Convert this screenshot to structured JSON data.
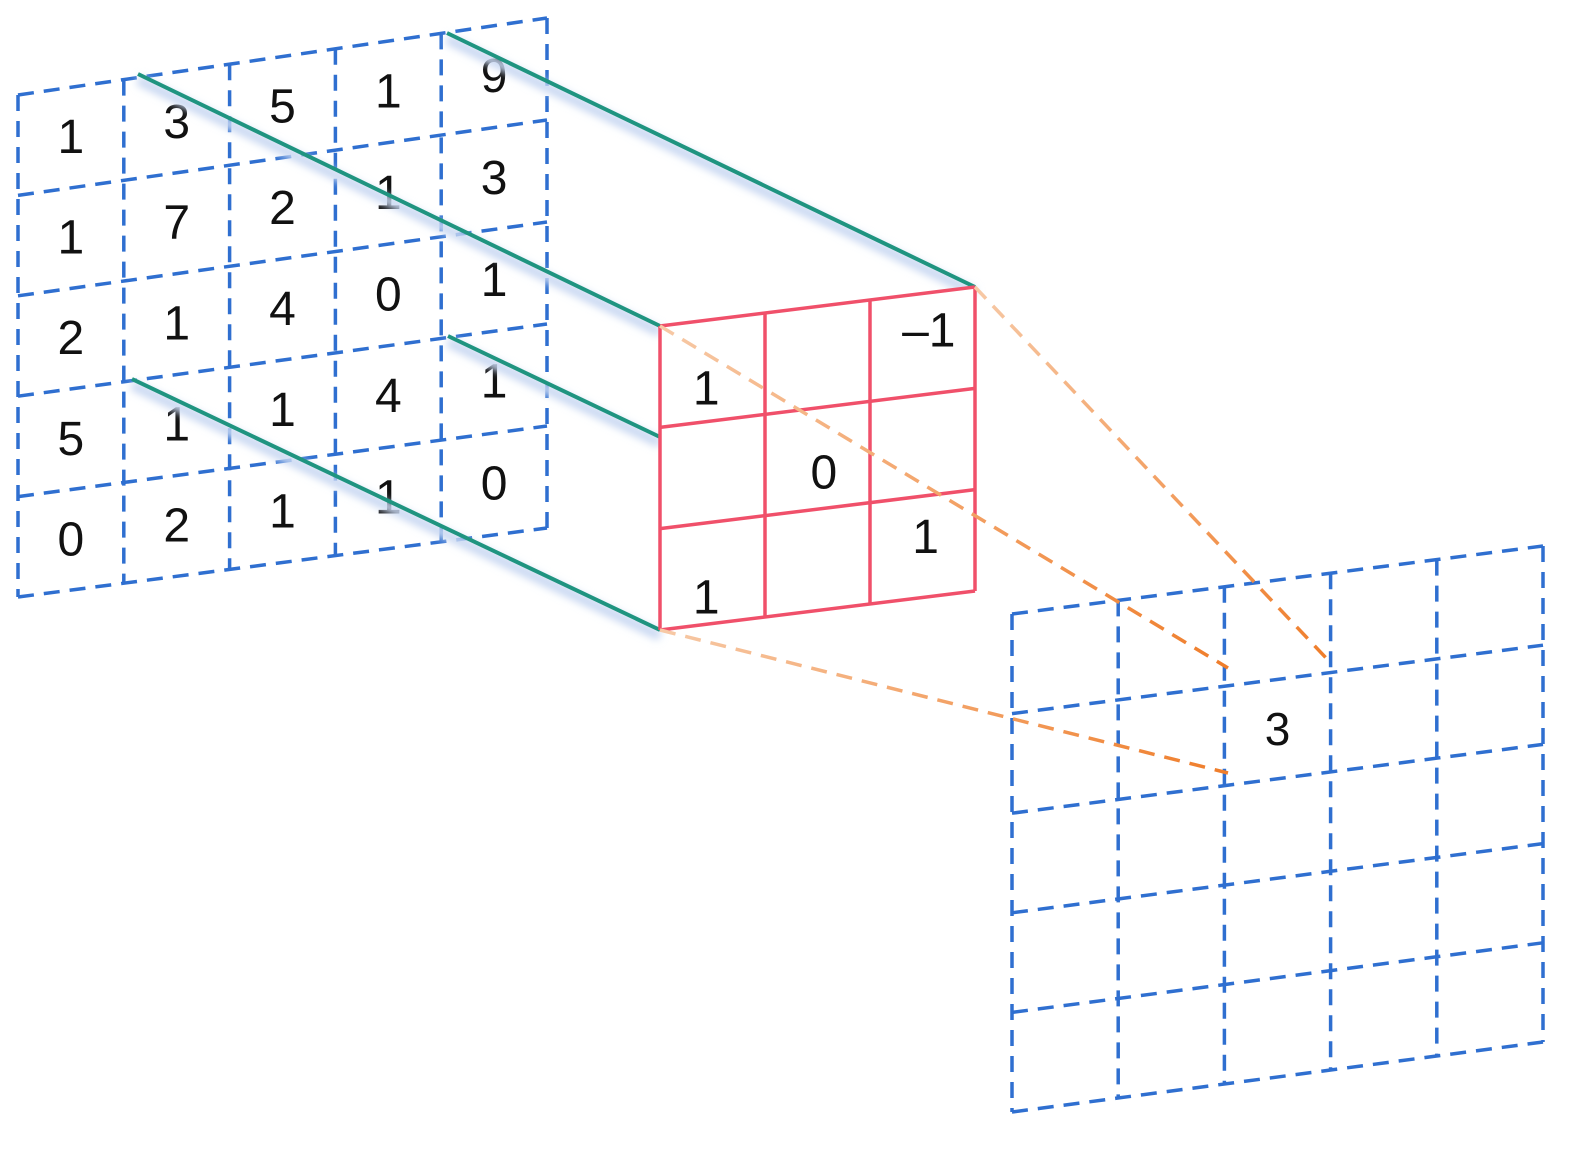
{
  "input_grid": {
    "rows": [
      [
        "1",
        "3",
        "5",
        "1",
        "9"
      ],
      [
        "1",
        "7",
        "2",
        "1",
        "3"
      ],
      [
        "2",
        "1",
        "4",
        "0",
        "1"
      ],
      [
        "5",
        "1",
        "1",
        "4",
        "1"
      ],
      [
        "0",
        "2",
        "1",
        "1",
        "0"
      ]
    ]
  },
  "kernel": {
    "rows": [
      [
        "1",
        "",
        "–1"
      ],
      [
        "",
        "0",
        ""
      ],
      [
        "1",
        "",
        "1"
      ]
    ]
  },
  "output_grid": {
    "rows": [
      [
        "",
        "",
        "",
        "",
        ""
      ],
      [
        "",
        "",
        "3",
        "",
        ""
      ],
      [
        "",
        "",
        "",
        "",
        ""
      ],
      [
        "",
        "",
        "",
        "",
        ""
      ],
      [
        "",
        "",
        "",
        "",
        ""
      ]
    ]
  },
  "colors": {
    "grid": "#2f6fd0",
    "kernel": "#f0506a",
    "projection": "#1f9480",
    "projection_shadow": "#c9d8f2",
    "receptive": "#ef7d2a"
  }
}
